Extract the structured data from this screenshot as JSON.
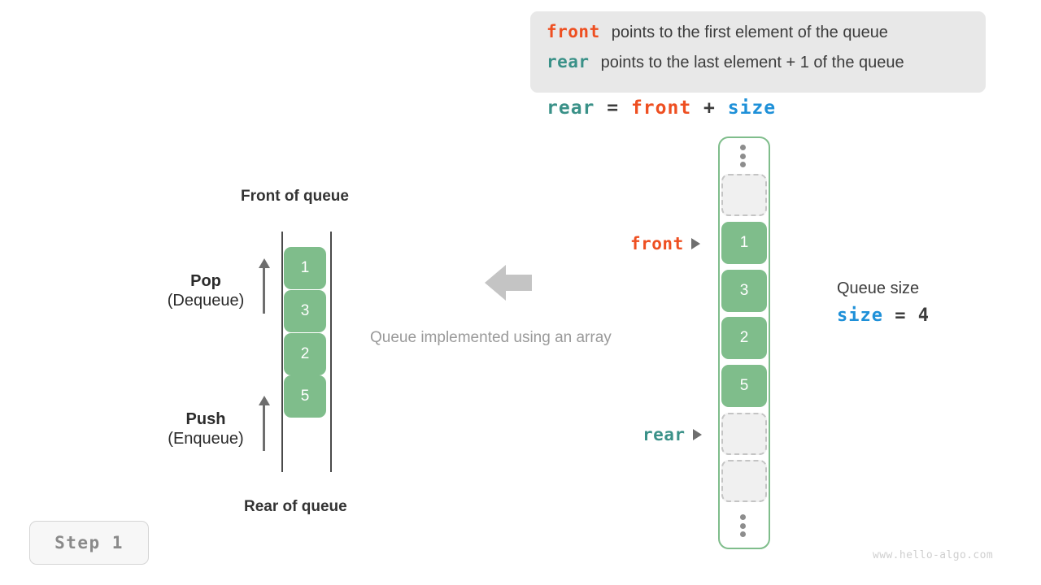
{
  "legend": {
    "lines": [
      {
        "keyword": "front",
        "keyword_color": "#ee4f21",
        "text": "points to the first element of the queue"
      },
      {
        "keyword": "rear",
        "keyword_color": "#3a9188",
        "text": "points to the last element + 1 of the queue"
      }
    ],
    "background": "#e8e8e8"
  },
  "formula": {
    "lhs": "rear",
    "eq": " = ",
    "rhs1": "front",
    "plus": " + ",
    "rhs2": "size"
  },
  "queue_view": {
    "front_label": "Front of queue",
    "rear_label": "Rear of queue",
    "pop": {
      "title": "Pop",
      "sub": "(Dequeue)"
    },
    "push": {
      "title": "Push",
      "sub": "(Enqueue)"
    },
    "cells": [
      "1",
      "3",
      "2",
      "5"
    ]
  },
  "caption": "Queue implemented using an array",
  "array_view": {
    "slots": [
      {
        "type": "dots",
        "value": ""
      },
      {
        "type": "empty",
        "value": ""
      },
      {
        "type": "filled",
        "value": "1"
      },
      {
        "type": "filled",
        "value": "3"
      },
      {
        "type": "filled",
        "value": "2"
      },
      {
        "type": "filled",
        "value": "5"
      },
      {
        "type": "empty",
        "value": ""
      },
      {
        "type": "empty",
        "value": ""
      },
      {
        "type": "dots",
        "value": ""
      }
    ],
    "pointers": {
      "front": {
        "label": "front",
        "color": "#ee4f21",
        "target_value": "1"
      },
      "rear": {
        "label": "rear",
        "color": "#3a9188",
        "target_index": 6
      }
    },
    "fill_color": "#7fbd8b",
    "border_color": "#7fbd8b"
  },
  "size_panel": {
    "title": "Queue size",
    "var": "size",
    "eq": " = ",
    "value": "4"
  },
  "step_badge": {
    "label": "Step 1"
  },
  "watermark": {
    "text": "www.hello-algo.com"
  }
}
